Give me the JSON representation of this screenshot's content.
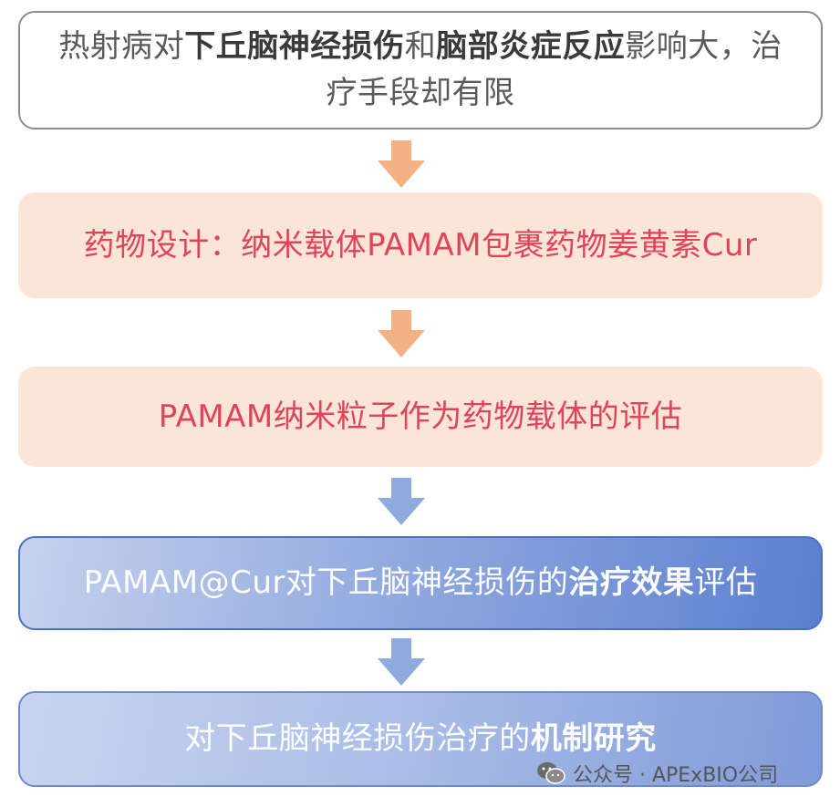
{
  "steps": [
    {
      "segments": [
        {
          "text": "热射病对",
          "bold": false
        },
        {
          "text": "下丘脑神经损伤",
          "bold": true
        },
        {
          "text": "和",
          "bold": false
        },
        {
          "text": "脑部炎症反应",
          "bold": true
        },
        {
          "text": "影响大，治疗手段却有限",
          "bold": false
        }
      ]
    },
    {
      "segments": [
        {
          "text": "药物设计：纳米载体PAMAM包裹药物姜黄素Cur",
          "bold": false
        }
      ]
    },
    {
      "segments": [
        {
          "text": "PAMAM纳米粒子作为药物载体的评估",
          "bold": false
        }
      ]
    },
    {
      "segments": [
        {
          "text": "PAMAM@Cur对下丘脑神经损伤的",
          "bold": false
        },
        {
          "text": "治疗效果",
          "bold": true
        },
        {
          "text": "评估",
          "bold": false
        }
      ]
    },
    {
      "segments": [
        {
          "text": "对下丘脑神经损伤治疗的",
          "bold": false
        },
        {
          "text": "机制研究",
          "bold": true
        }
      ]
    }
  ],
  "arrows": [
    {
      "color": "#f4b183",
      "icon": "down-arrow-icon"
    },
    {
      "color": "#f4b183",
      "icon": "down-arrow-icon"
    },
    {
      "color": "#8faadc",
      "icon": "down-arrow-icon"
    },
    {
      "color": "#8faadc",
      "icon": "down-arrow-icon"
    }
  ],
  "watermark": {
    "text": "公众号 · APExBIO公司",
    "icon": "wechat-icon"
  },
  "colors": {
    "peach_fill": "#fbe5d6",
    "red_text": "#e0435a",
    "blue_box": "#5b7fd0",
    "grey_border": "#8c8c8c"
  }
}
